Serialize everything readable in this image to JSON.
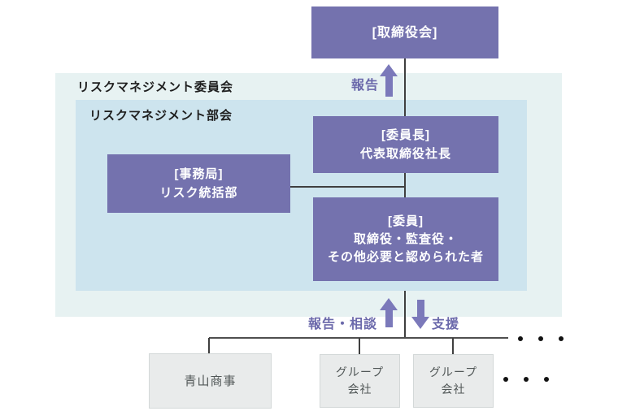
{
  "containers": {
    "committee": {
      "label": "リスクマネジメント委員会"
    },
    "subcommittee": {
      "label": "リスクマネジメント部会"
    }
  },
  "nodes": {
    "board": {
      "label": "[取締役会]"
    },
    "chairman": {
      "label": "[委員長]\n代表取締役社長"
    },
    "secretariat": {
      "label": "[事務局]\nリスク統括部"
    },
    "members": {
      "label": "[委員]\n取締役・監査役・\nその他必要と認められた者"
    },
    "parent_company": {
      "label": "青山商事"
    },
    "group_company_1": {
      "label": "グループ\n会社"
    },
    "group_company_2": {
      "label": "グループ\n会社"
    }
  },
  "arrows": {
    "report": {
      "label": "報告",
      "direction": "up"
    },
    "report_consult": {
      "label": "報告・相談",
      "direction": "up"
    },
    "support": {
      "label": "支援",
      "direction": "down"
    }
  },
  "icons": {
    "ellipsis_line": "・・・",
    "ellipsis_boxes": "・・・"
  },
  "colors": {
    "node_purple": "#7472ae",
    "arrow_purple": "#7b79ba",
    "arrow_label_purple": "#6b69ab",
    "committee_bg": "#e7f2f2",
    "subcommittee_bg": "#cde4ee",
    "company_box_bg": "#e9ebeb",
    "company_box_border": "#d3d8d8",
    "company_box_text": "#515757",
    "connector_line": "#3f3f3f",
    "node_text": "#ffffff"
  }
}
